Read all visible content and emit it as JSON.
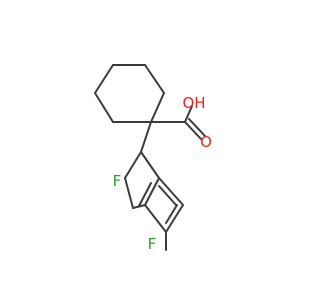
{
  "molecule": {
    "atoms": {
      "oh": "OH",
      "o": "O",
      "f1": "F",
      "f2": "F"
    },
    "colors": {
      "bond": "#3b3b3b",
      "oxygen": "#e8231c",
      "fluorine": "#2f9c2a",
      "background": "#ffffff"
    }
  }
}
